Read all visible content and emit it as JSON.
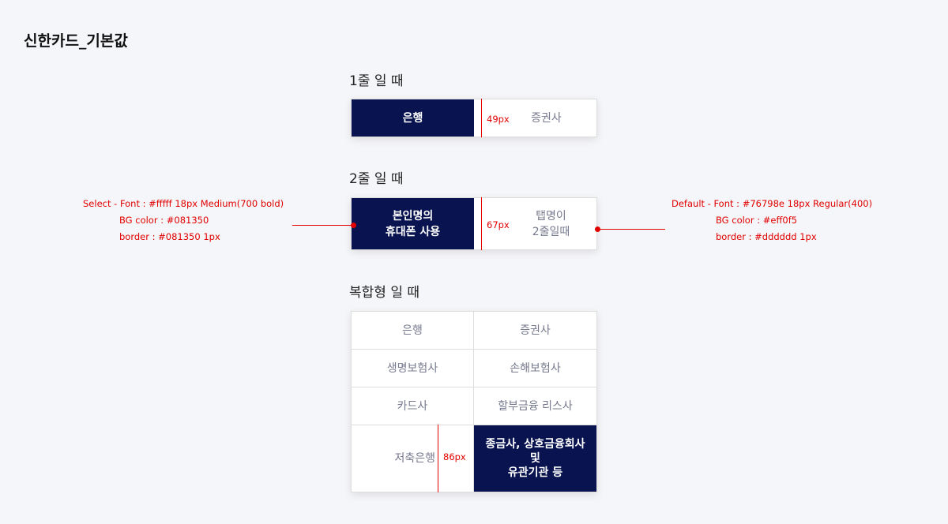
{
  "page_title": "신한카드_기본값",
  "section1": {
    "title": "1줄 일 때",
    "tabs": [
      "은행",
      "증권사"
    ],
    "measure": "49px"
  },
  "section2": {
    "title": "2줄 일 때",
    "tab_selected": "본인명의\n휴대폰 사용",
    "tab_default": "탭명이\n2줄일때",
    "measure": "67px",
    "select_spec": [
      "Select - Font : #fffff   18px   Medium(700 bold)",
      "BG color :   #081350",
      "border :  #081350   1px"
    ],
    "default_spec": [
      "Default  -  Font :  #76798e   18px   Regular(400)",
      "BG color : #eff0f5",
      "border :  #dddddd   1px"
    ]
  },
  "section3": {
    "title": "복합형 일 때",
    "cells": [
      "은행",
      "증권사",
      "생명보험사",
      "손해보험사",
      "카드사",
      "할부금융 리스사",
      "저축은행",
      "종금사, 상호금융회사\n및\n유관기관 등"
    ],
    "measure": "86px"
  },
  "colors": {
    "selected_bg": "#081350",
    "default_text": "#76798e",
    "border": "#dddddd",
    "annotation": "#e10000"
  }
}
